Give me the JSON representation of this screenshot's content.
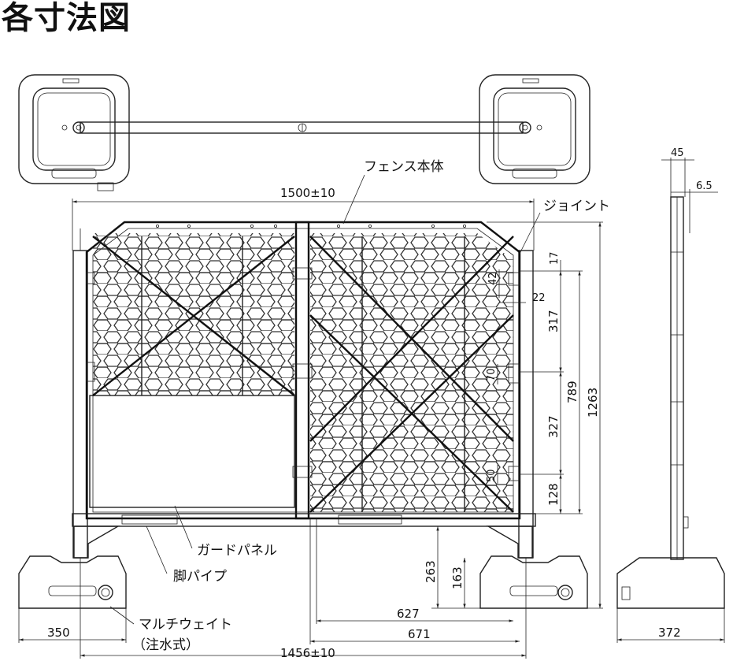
{
  "title": "各寸法図",
  "labels": {
    "fence_body": "フェンス本体",
    "joint": "ジョイント",
    "guard_panel": "ガードパネル",
    "leg_pipe": "脚パイプ",
    "multi_weight_line1": "マルチウェイト",
    "multi_weight_line2": "（注水式）"
  },
  "dimensions": {
    "overall_width": "1500±10",
    "pitch_width": "1456±10",
    "base_width": "350",
    "span_627": "627",
    "span_671": "671",
    "height_1263": "1263",
    "height_789": "789",
    "seg_17": "17",
    "seg_317": "317",
    "seg_327": "327",
    "seg_128": "128",
    "clip_42": "42",
    "clip_22": "22",
    "clip_70": "70",
    "clip_50": "50",
    "foot_263": "263",
    "foot_163": "163",
    "side_45": "45",
    "side_6_5": "6.5",
    "side_372": "372"
  }
}
